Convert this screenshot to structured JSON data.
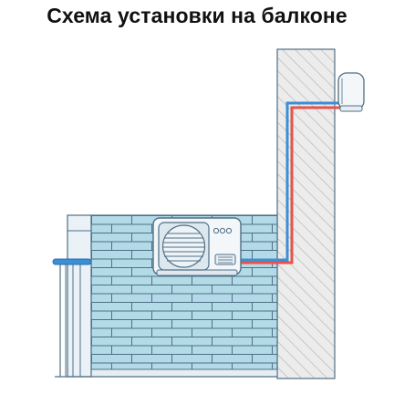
{
  "title": "Схема установки на балконе",
  "colors": {
    "brick": "#b3dbe7",
    "brick_line": "#4f6f86",
    "wall": "#ececec",
    "wall_hatch": "#b8b8b8",
    "pipe_blue": "#3b8fd4",
    "pipe_red": "#e8524a",
    "unit_body": "#f4f7fa",
    "unit_stroke": "#4f6f86",
    "railing": "#e6eef4"
  },
  "components": {
    "outdoor_unit": "outdoor-ac-unit",
    "indoor_unit": "indoor-ac-unit",
    "fan_grille": "fan-grille-icon",
    "pipes": [
      "refrigerant-pipe-blue",
      "refrigerant-pipe-red"
    ]
  }
}
